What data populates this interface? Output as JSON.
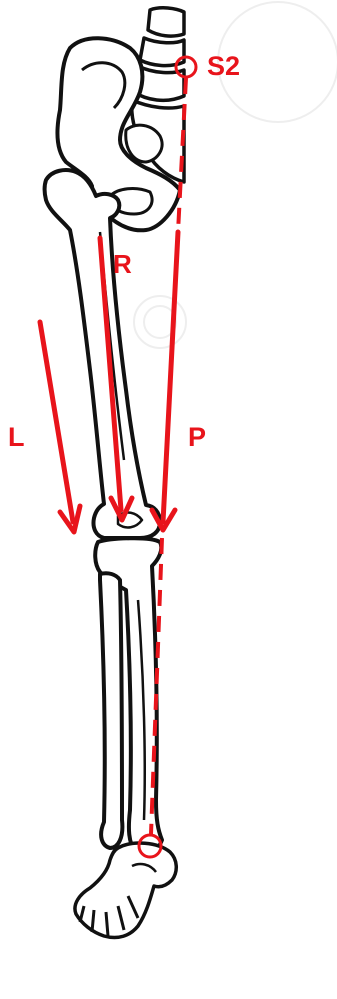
{
  "figure": {
    "labels": {
      "s2": "S2",
      "r": "R",
      "l": "L",
      "p": "P"
    },
    "colors": {
      "annotation": "#e8141b",
      "bone_outline": "#111111",
      "bone_fill": "#ffffff",
      "watermark": "#eeeeee"
    },
    "icons": {
      "landmark_marker": "circle-outline",
      "arrow_head": "chevron"
    }
  }
}
